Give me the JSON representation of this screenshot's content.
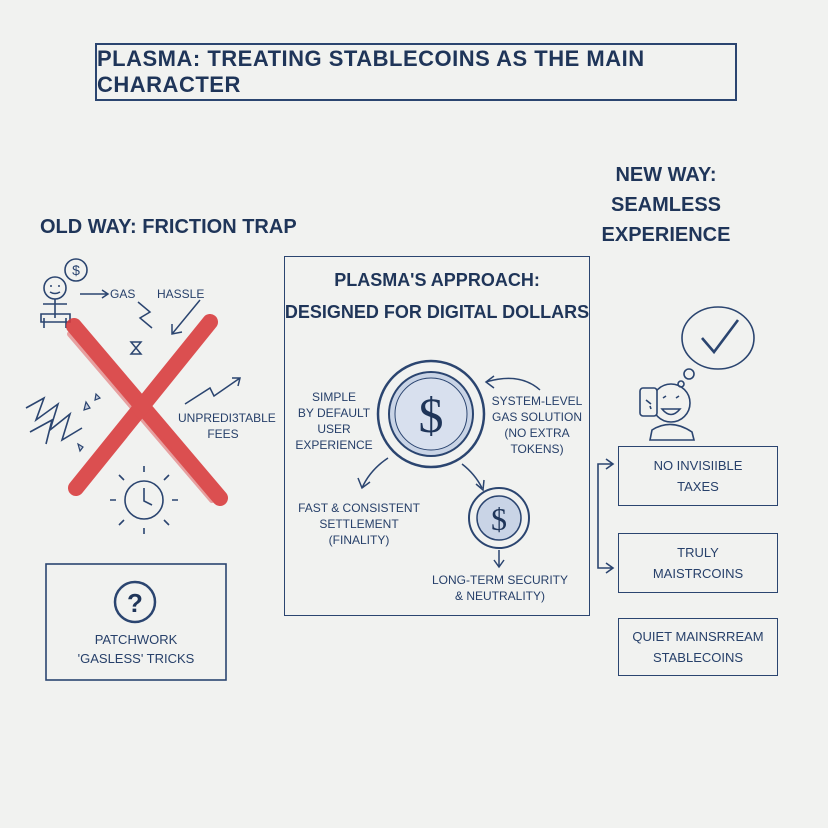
{
  "title": "PLASMA: TREATING STABLECOINS AS THE MAIN CHARACTER",
  "old_way": {
    "heading": "OLD WAY: FRICTION TRAP",
    "gas_label": "GAS",
    "hassle_label": "HASSLE",
    "fees_label_line1": "UNPREDI3TABLE",
    "fees_label_line2": "FEES",
    "patchwork_line1": "PATCHWORK",
    "patchwork_line2": "'GASLESS' TRICKS"
  },
  "approach": {
    "title_line1": "PLASMA'S APPROACH:",
    "title_line2": "DESIGNED FOR DIGITAL DOLLARS",
    "simple_line1": "SIMPLE",
    "simple_line2": "BY DEFAULT",
    "simple_line3": "USER EXPERIENCE",
    "gas_line1": "SYSTEM-LEVEL",
    "gas_line2": "GAS SOLUTION",
    "gas_line3": "(NO EXTRA",
    "gas_line4": "TOKENS)",
    "fast_line1": "FAST & CONSISTENT",
    "fast_line2": "SETTLEMENT",
    "fast_line3": "(FINALITY)",
    "security_line1": "LONG-TERM SECURITY",
    "security_line2": "& NEUTRALITY)"
  },
  "new_way": {
    "heading_line1": "NEW WAY:",
    "heading_line2": "SEAMLESS",
    "heading_line3": "EXPERIENCE",
    "box1_line1": "NO INVISIIBLE",
    "box1_line2": "TAXES",
    "box2_line1": "TRULY",
    "box2_line2": "MAISTRCOINS",
    "box3_line1": "QUIET MAINSRREAM",
    "box3_line2": "STABLECOINS"
  },
  "colors": {
    "ink": "#1f3559",
    "cross_red": "#d9393b",
    "background": "#f1f2f0"
  }
}
